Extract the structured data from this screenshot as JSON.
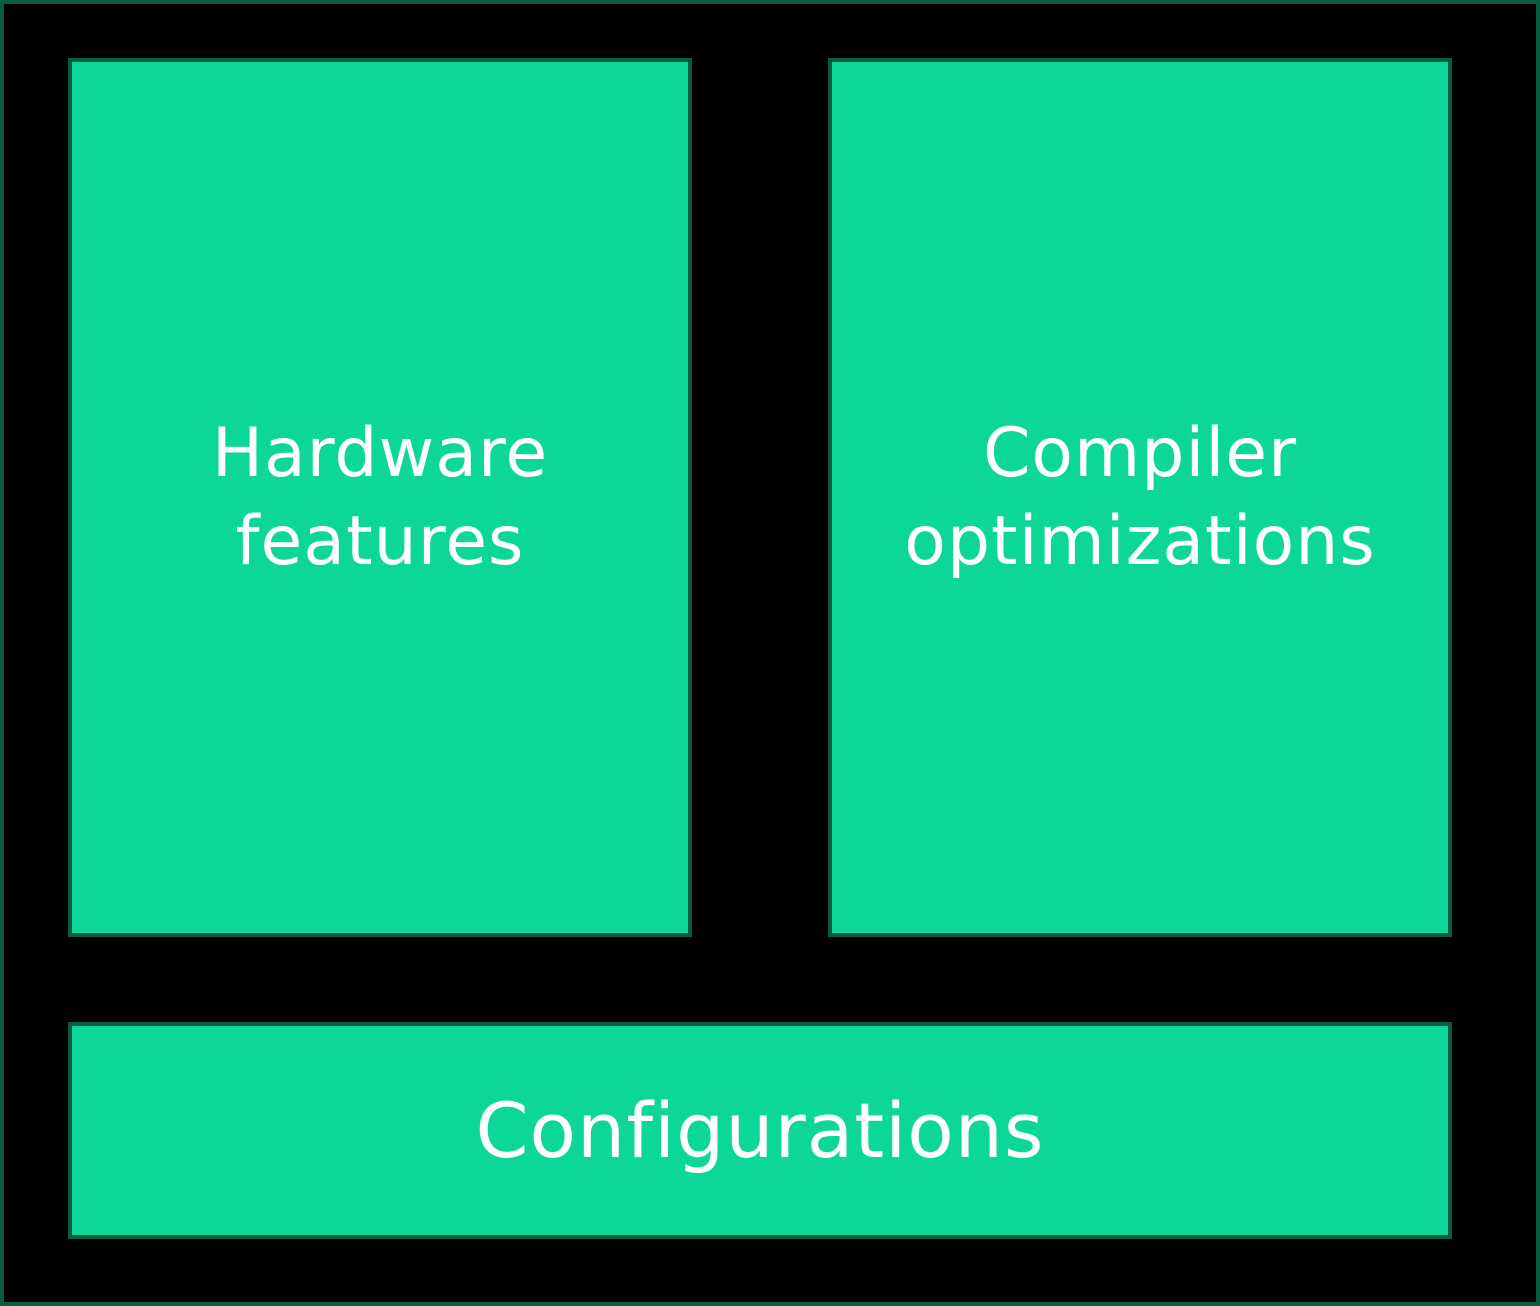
{
  "colors": {
    "background": "#000000",
    "box_fill": "#0cd798",
    "border": "#0b5c40",
    "text": "#ffffff"
  },
  "boxes": {
    "hardware": "Hardware\nfeatures",
    "compiler": "Compiler\noptimizations",
    "configurations": "Configurations"
  }
}
